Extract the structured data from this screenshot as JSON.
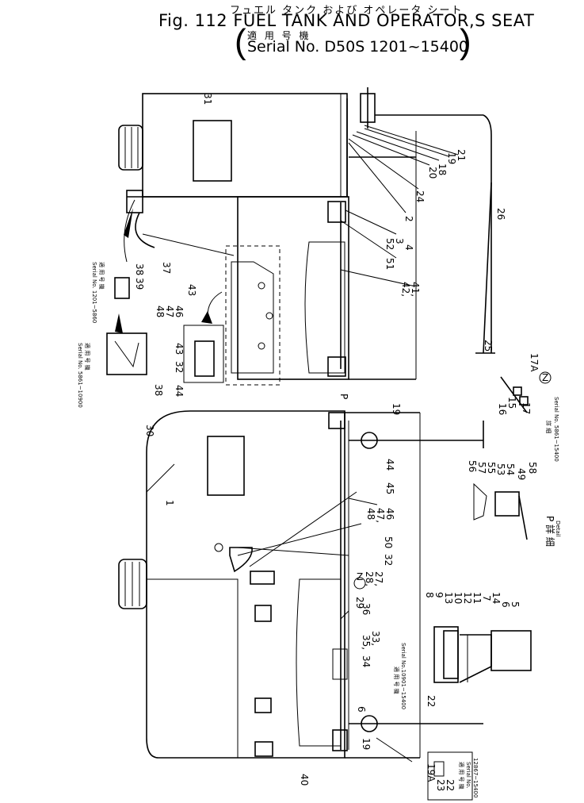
{
  "header": {
    "japanese_title": "フュエル タンク および オペレータ シート",
    "title": "Fig. 112  FUEL TANK AND OPERATOR,S SEAT",
    "tekiyo": "適 用 号 機",
    "serial": "Serial No. D50S 1201~15400",
    "paren_open": "(",
    "paren_close": ")"
  },
  "callouts": {
    "c31": "31",
    "c21": "21",
    "c19a": "19",
    "c18": "18",
    "c20": "20",
    "c24": "24",
    "c2": "2",
    "c3": "3",
    "c4": "4",
    "c26": "26",
    "c52": "52",
    "c51": "51",
    "c41": "41,",
    "c42": "42,",
    "c37": "37",
    "c25": "25",
    "c17a": "17A",
    "c38a": "38",
    "c39": "39",
    "c43a": "43",
    "c46a": "46",
    "c47a": "47",
    "c48a": "48",
    "c43b": "43",
    "c32a": "32",
    "c44a": "44",
    "c38b": "38",
    "cP": "P",
    "c19b": "19",
    "c30": "30",
    "c1": "1",
    "c44b": "44",
    "c45": "45",
    "c46b": "46",
    "c47b": "47,",
    "c48b": "48",
    "c50": "50",
    "c32b": "32",
    "c27": "27,",
    "c28": "28,",
    "c29": "29",
    "cZ": "Z",
    "c36": "36",
    "c33": "33,",
    "c35": "35,",
    "c34": "34",
    "c6a": "6",
    "c19c": "19",
    "c40": "40",
    "c22a": "22",
    "c15": "15",
    "c16": "16",
    "c17": "17",
    "c56": "56",
    "c57": "57",
    "c55": "55",
    "c53": "53",
    "c54": "54",
    "c49": "49",
    "c58": "58",
    "c8": "8",
    "c9": "9",
    "c13": "13",
    "c10": "10",
    "c12": "12",
    "c11": "11",
    "c7": "7",
    "c14": "14",
    "c6b": "6",
    "c5": "5",
    "c19A": "19A",
    "c23": "23",
    "c22b": "22"
  },
  "notes": {
    "n1_jp": "適 用 号 機",
    "n1_serial": "Serial No. 1201~5860",
    "n2_jp": "適 用 号 機",
    "n2_serial": "Serial No. 5861~10900",
    "n3_jp": "適 用 号 機",
    "n3_serial": "Serial No.10901~15400",
    "n4_jp": "適 用 号 機",
    "n4_serial": "Serial No.",
    "n4_range": "12867~15400",
    "z_jp": "詳 細",
    "z_serial": "Serial No. 5861~15400",
    "p_detail_jp": "P 詳 細",
    "p_detail": "Detail"
  }
}
